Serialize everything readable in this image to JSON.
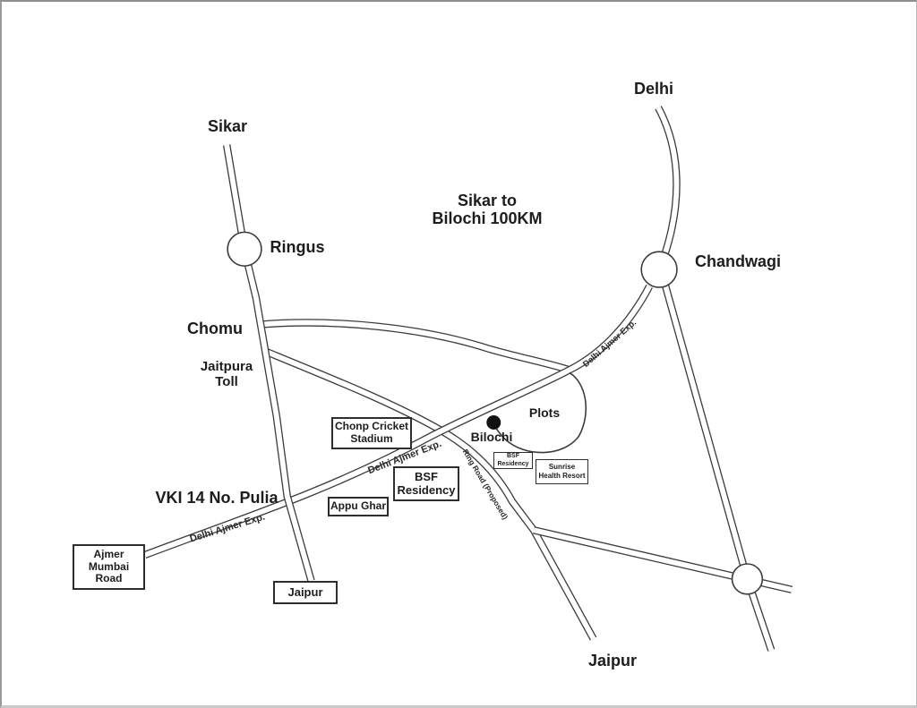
{
  "map": {
    "title_line1": "Sikar to",
    "title_line2": "Bilochi 100KM",
    "cities": {
      "sikar": "Sikar",
      "ringus": "Ringus",
      "chomu": "Chomu",
      "jaitpura_line1": "Jaitpura",
      "jaitpura_line2": "Toll",
      "delhi": "Delhi",
      "chandwagi": "Chandwagi",
      "jaipur": "Jaipur",
      "bilochi": "Bilochi",
      "plots": "Plots",
      "vki_pulia": "VKI 14 No. Pulia"
    },
    "road_labels": {
      "expressway": "Delhi Ajmer Exp.",
      "ring_road": "Ring Road (Proposed)"
    },
    "boxes": {
      "chonp_line1": "Chonp Cricket",
      "chonp_line2": "Stadium",
      "bsf_line1": "BSF",
      "bsf_line2": "Residency",
      "appu_ghar": "Appu Ghar",
      "ajmer_line1": "Ajmer",
      "ajmer_line2": "Mumbai",
      "ajmer_line3": "Road",
      "jaipur_box": "Jaipur",
      "bsf_small_line1": "BSF",
      "bsf_small_line2": "Residency",
      "sunrise_line1": "Sunrise",
      "sunrise_line2": "Health Resort"
    },
    "colors": {
      "road": "#3b3b3b",
      "text": "#1d1d1d",
      "background": "#ffffff"
    }
  }
}
